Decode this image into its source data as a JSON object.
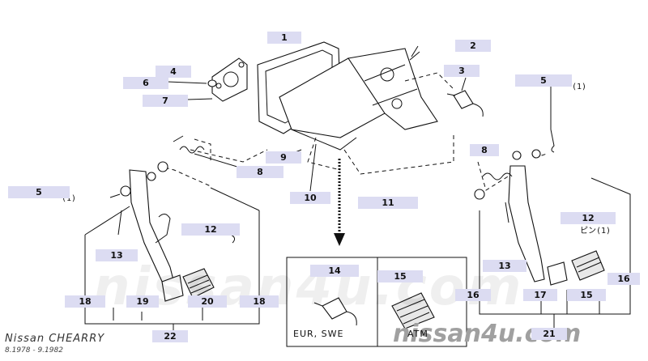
{
  "site_name": "nissan4u.com",
  "watermark_center": "nissan4u.com",
  "model": "Nissan CHEARRY",
  "years": "8.1978 - 9.1982",
  "inset_labels": {
    "left": "EUR, SWE",
    "right": "ATM"
  },
  "notes": {
    "qty1_a": "(1)",
    "qty1_b": "(1)",
    "pin1": "ピン(1)"
  },
  "callouts": {
    "c1": "1",
    "c2": "2",
    "c3": "3",
    "c4": "4",
    "c5a": "5",
    "c5b": "5",
    "c6": "6",
    "c7": "7",
    "c8a": "8",
    "c8b": "8",
    "c9": "9",
    "c10": "10",
    "c11": "11",
    "c12a": "12",
    "c12b": "12",
    "c13a": "13",
    "c13b": "13",
    "c14": "14",
    "c15a": "15",
    "c15b": "15",
    "c16a": "16",
    "c16b": "16",
    "c17": "17",
    "c18a": "18",
    "c18b": "18",
    "c19": "19",
    "c20": "20",
    "c21": "21",
    "c22": "22"
  }
}
